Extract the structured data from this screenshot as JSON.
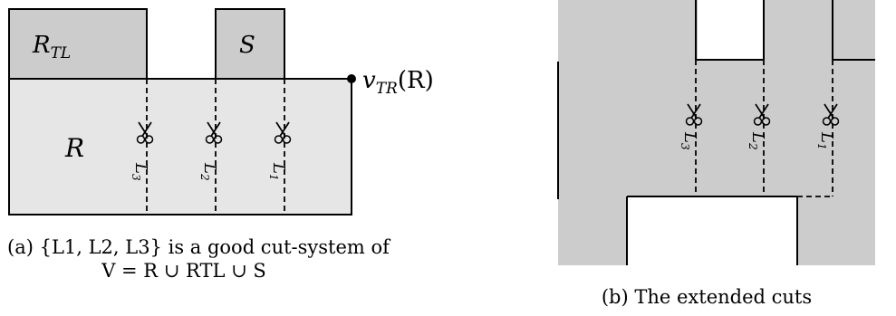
{
  "panel_a": {
    "label_R": "R",
    "label_RTL_main": "R",
    "label_RTL_sub": "TL",
    "label_S": "S",
    "label_vertex": "v",
    "label_vertex_sub": "TR",
    "label_vertex_arg": "(R)",
    "cuts": [
      {
        "name": "L",
        "sub": "3"
      },
      {
        "name": "L",
        "sub": "2"
      },
      {
        "name": "L",
        "sub": "1"
      }
    ],
    "caption_line1": "(a) {L1, L2, L3} is a good cut-system of",
    "caption_line2": "V = R ∪ RTL ∪ S",
    "colors": {
      "region_light": "#e6e6e6",
      "region_dark": "#cccccc",
      "stroke": "#000000"
    }
  },
  "panel_b": {
    "cuts": [
      {
        "name": "L",
        "sub": "3"
      },
      {
        "name": "L",
        "sub": "2"
      },
      {
        "name": "L",
        "sub": "1"
      }
    ],
    "caption": "(b) The extended cuts",
    "colors": {
      "region": "#cccccc",
      "stroke": "#000000"
    }
  },
  "scissors_icon": "scissors-icon"
}
